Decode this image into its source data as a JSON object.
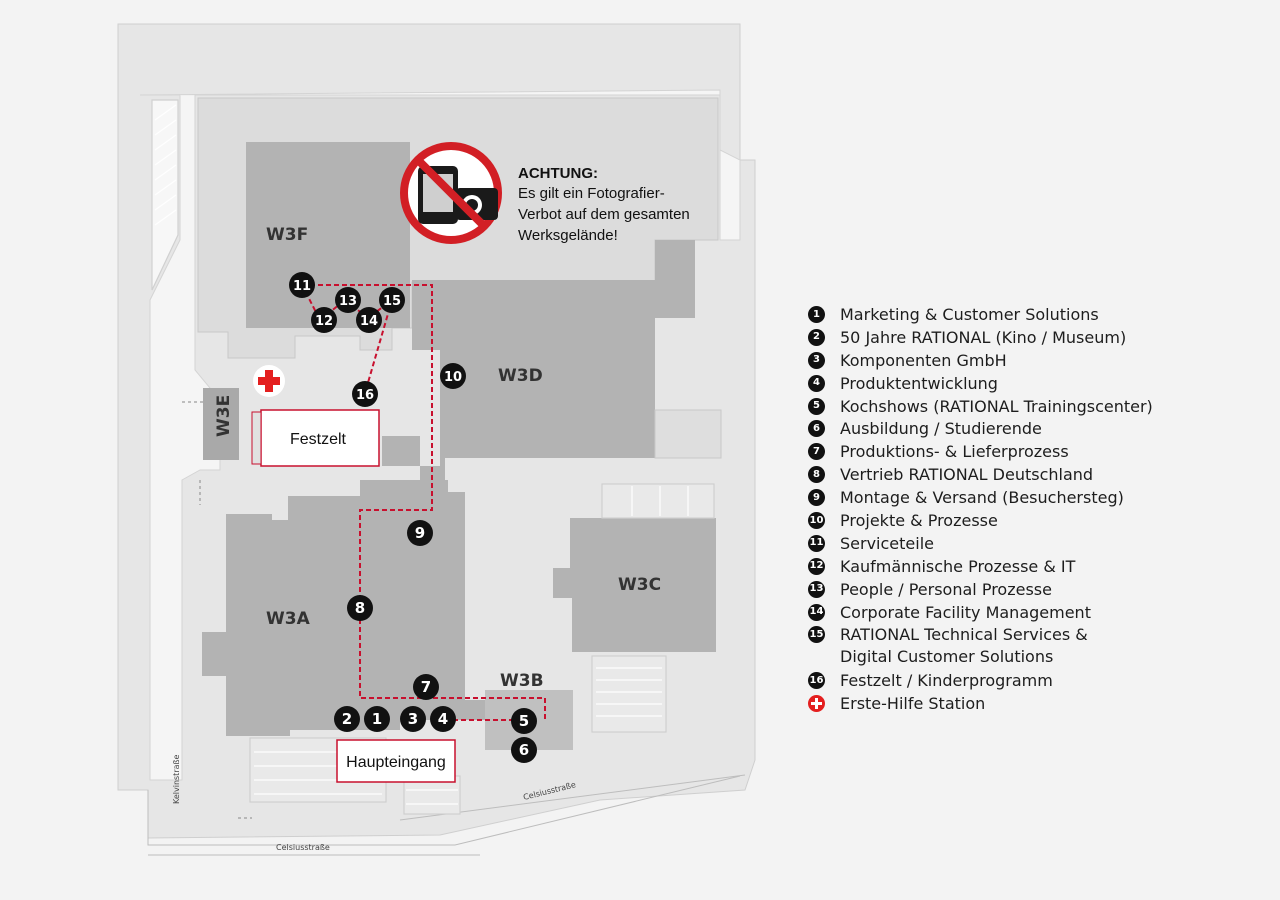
{
  "warning": {
    "title": "ACHTUNG:",
    "lines": [
      "Es gilt ein Fotografier-",
      "Verbot auf dem gesamten",
      "Werksgelände!"
    ]
  },
  "buildings": {
    "w3f": "W3F",
    "w3d": "W3D",
    "w3e": "W3E",
    "w3a": "W3A",
    "w3b": "W3B",
    "w3c": "W3C"
  },
  "places": {
    "festzelt": "Festzelt",
    "haupteingang": "Haupteingang"
  },
  "streets": {
    "kelvin": "Kelvinstraße",
    "celsius_bottom": "Celsiusstraße",
    "celsius_right": "Celsiusstraße"
  },
  "markers": [
    "1",
    "2",
    "3",
    "4",
    "5",
    "6",
    "7",
    "8",
    "9",
    "10",
    "11",
    "12",
    "13",
    "14",
    "15",
    "16"
  ],
  "legend": [
    {
      "num": "1",
      "label": "Marketing & Customer Solutions"
    },
    {
      "num": "2",
      "label": "50 Jahre RATIONAL (Kino / Museum)"
    },
    {
      "num": "3",
      "label": "Komponenten GmbH"
    },
    {
      "num": "4",
      "label": "Produktentwicklung"
    },
    {
      "num": "5",
      "label": "Kochshows (RATIONAL Trainingscenter)"
    },
    {
      "num": "6",
      "label": "Ausbildung / Studierende"
    },
    {
      "num": "7",
      "label": "Produktions- & Lieferprozess"
    },
    {
      "num": "8",
      "label": "Vertrieb RATIONAL Deutschland"
    },
    {
      "num": "9",
      "label": "Montage & Versand (Besuchersteg)"
    },
    {
      "num": "10",
      "label": "Projekte & Prozesse"
    },
    {
      "num": "11",
      "label": "Serviceteile"
    },
    {
      "num": "12",
      "label": "Kaufmännische Prozesse & IT"
    },
    {
      "num": "13",
      "label": "People / Personal Prozesse"
    },
    {
      "num": "14",
      "label": "Corporate Facility Management"
    },
    {
      "num": "15",
      "label": "RATIONAL Technical Services &\nDigital Customer Solutions"
    },
    {
      "num": "16",
      "label": "Festzelt / Kinderprogramm"
    },
    {
      "num": "",
      "label": "Erste-Hilfe Station"
    }
  ],
  "colors": {
    "background": "#f3f3f3",
    "ground": "#e6e6e6",
    "building": "#b8b8b8",
    "route": "#c8102e",
    "marker": "#111111",
    "first_aid": "#e41f1f"
  },
  "icons": {
    "first_aid": "red-cross-icon",
    "no_photo": "no-photography-icon"
  }
}
